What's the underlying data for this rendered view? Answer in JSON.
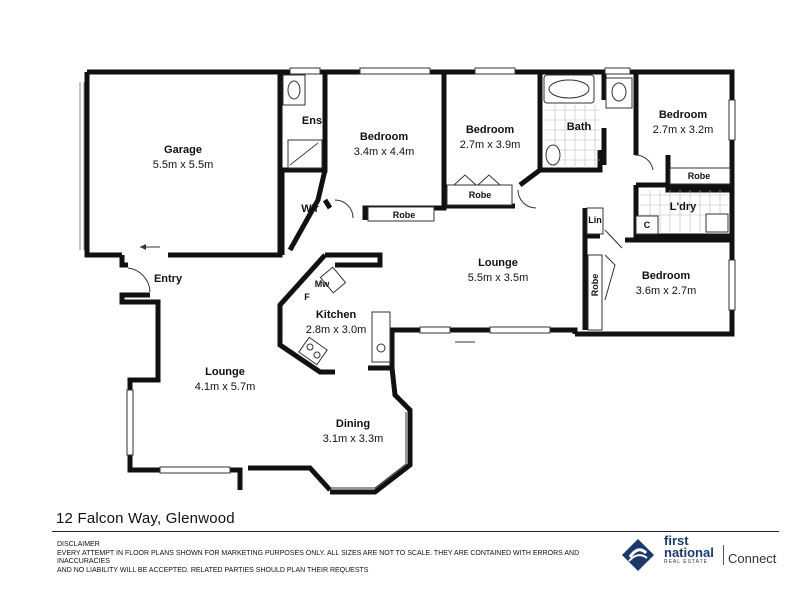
{
  "rooms": {
    "garage": {
      "name": "Garage",
      "size": "5.5m x 5.5m"
    },
    "ens": {
      "name": "Ens"
    },
    "wir": {
      "name": "Wir"
    },
    "bedroom_main": {
      "name": "Bedroom",
      "size": "3.4m x 4.4m"
    },
    "robe_main": {
      "name": "Robe"
    },
    "bedroom_2": {
      "name": "Bedroom",
      "size": "2.7m x 3.9m"
    },
    "robe_2": {
      "name": "Robe"
    },
    "bath": {
      "name": "Bath"
    },
    "bedroom_3": {
      "name": "Bedroom",
      "size": "2.7m x 3.2m"
    },
    "robe_3": {
      "name": "Robe"
    },
    "laundry": {
      "name": "L'dry"
    },
    "laundry_cupboard": {
      "name": "C"
    },
    "linen": {
      "name": "Lin"
    },
    "bedroom_4": {
      "name": "Bedroom",
      "size": "3.6m x 2.7m"
    },
    "robe_4": {
      "name": "Robe"
    },
    "entry": {
      "name": "Entry"
    },
    "lounge_mid": {
      "name": "Lounge",
      "size": "5.5m x 3.5m"
    },
    "kitchen": {
      "name": "Kitchen",
      "size": "2.8m x 3.0m"
    },
    "microwave": {
      "name": "Mw"
    },
    "fridge": {
      "name": "F"
    },
    "lounge_main": {
      "name": "Lounge",
      "size": "4.1m x 5.7m"
    },
    "dining": {
      "name": "Dining",
      "size": "3.1m x 3.3m"
    }
  },
  "footer": {
    "address": "12 Falcon Way, Glenwood",
    "disclaimer_title": "DISCLAIMER",
    "disclaimer_line1": "EVERY ATTEMPT IN FLOOR PLANS SHOWN FOR MARKETING PURPOSES ONLY. ALL SIZES ARE NOT TO SCALE. THEY ARE CONTAINED WITH ERRORS AND INACCURACIES",
    "disclaimer_line2": "AND NO LIABILITY WILL BE ACCEPTED. RELATED PARTIES SHOULD PLAN THEIR REQUESTS"
  },
  "brand": {
    "name_line1": "first",
    "name_line2": "national",
    "tagline": "REAL ESTATE",
    "suffix": "Connect",
    "color_primary": "#1b3a6b"
  }
}
